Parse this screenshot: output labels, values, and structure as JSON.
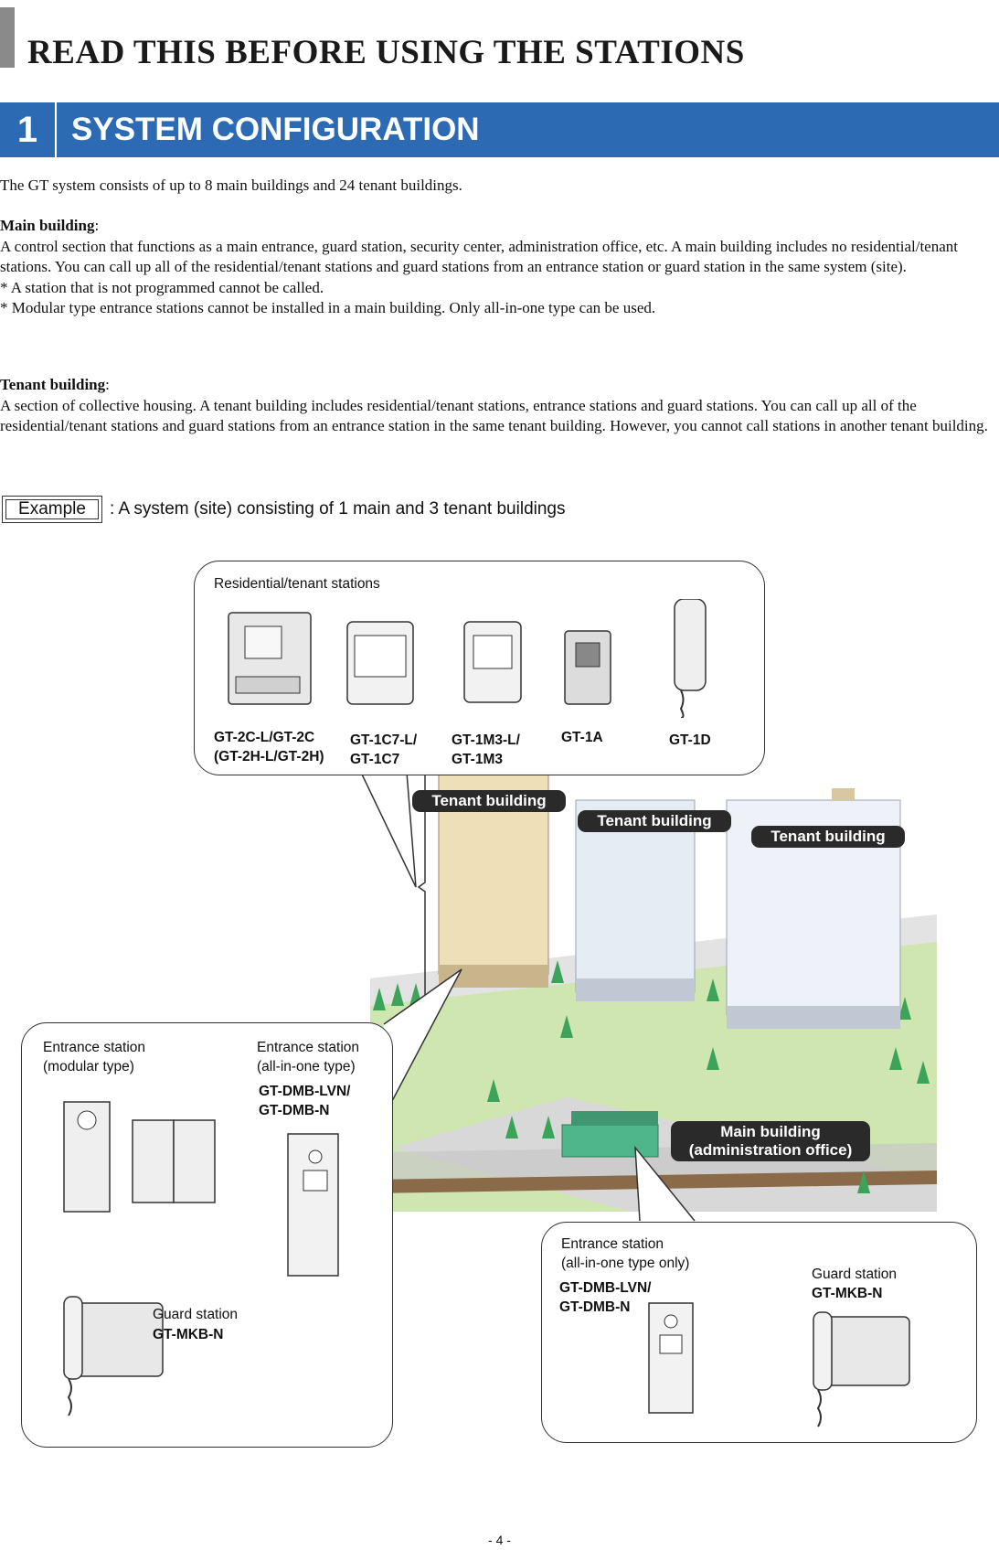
{
  "header": {
    "title": "READ THIS BEFORE USING THE STATIONS",
    "section_number": "1",
    "section_title": "SYSTEM CONFIGURATION"
  },
  "body": {
    "intro": "The GT system consists of up to 8 main buildings and 24 tenant buildings.",
    "main_building_heading": "Main building",
    "main_building_text": "A control section that functions as a main entrance, guard station, security center, administration office, etc. A main building includes no residential/tenant stations. You can call up all of the residential/tenant stations and guard stations from an entrance station or guard station in the same system (site).",
    "main_note_1": "* A station that is not programmed cannot be called.",
    "main_note_2": "* Modular type entrance stations cannot be installed in a main building. Only all-in-one type can be used.",
    "tenant_building_heading": "Tenant building",
    "tenant_building_text": "A section of collective housing. A tenant building includes residential/tenant stations, entrance stations and guard stations. You can call up all of the residential/tenant stations and guard stations from an entrance station in the same tenant building. However, you cannot call stations in another tenant building."
  },
  "example": {
    "label": "Example",
    "caption": ": A system (site) consisting of 1 main and 3 tenant buildings"
  },
  "diagram": {
    "residential_callout": {
      "title": "Residential/tenant stations",
      "models": [
        {
          "line1": "GT-2C-L/GT-2C",
          "line2": "(GT-2H-L/GT-2H)"
        },
        {
          "line1": "GT-1C7-L/",
          "line2": "GT-1C7"
        },
        {
          "line1": "GT-1M3-L/",
          "line2": "GT-1M3"
        },
        {
          "line1": "GT-1A",
          "line2": ""
        },
        {
          "line1": "GT-1D",
          "line2": ""
        }
      ]
    },
    "tenant_labels": [
      "Tenant building",
      "Tenant building",
      "Tenant building"
    ],
    "main_label_line1": "Main building",
    "main_label_line2": "(administration office)",
    "left_callout": {
      "modular_title_1": "Entrance station",
      "modular_title_2": "(modular type)",
      "aio_title_1": "Entrance station",
      "aio_title_2": "(all-in-one type)",
      "aio_model_1": "GT-DMB-LVN/",
      "aio_model_2": "GT-DMB-N",
      "guard_title": "Guard station",
      "guard_model": "GT-MKB-N"
    },
    "right_callout": {
      "aio_title_1": "Entrance station",
      "aio_title_2": "(all-in-one type only)",
      "aio_model_1": "GT-DMB-LVN/",
      "aio_model_2": "GT-DMB-N",
      "guard_title": "Guard station",
      "guard_model": "GT-MKB-N"
    }
  },
  "footer": {
    "page": "- 4 -"
  }
}
